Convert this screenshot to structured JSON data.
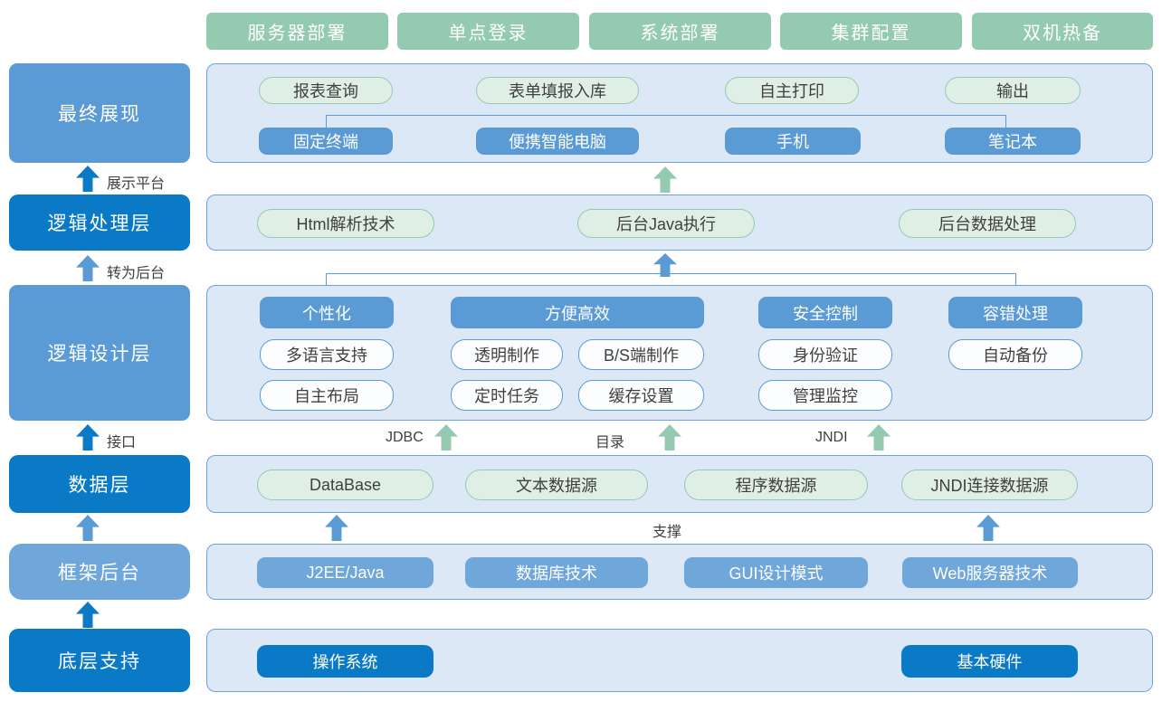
{
  "top_buttons": [
    "服务器部署",
    "单点登录",
    "系统部署",
    "集群配置",
    "双机热备"
  ],
  "left_column": [
    "最终展现",
    "逻辑处理层",
    "逻辑设计层",
    "数据层",
    "框架后台",
    "底层支持"
  ],
  "flow_labels": {
    "display_platform": "展示平台",
    "to_backend": "转为后台",
    "interface": "接口",
    "jdbc": "JDBC",
    "directory": "目录",
    "jndi": "JNDI",
    "support": "支撑"
  },
  "final_display_row": {
    "functions": [
      "报表查询",
      "表单填报入库",
      "自主打印",
      "输出"
    ],
    "devices": [
      "固定终端",
      "便携智能电脑",
      "手机",
      "笔记本"
    ]
  },
  "logic_process_row": [
    "Html解析技术",
    "后台Java执行",
    "后台数据处理"
  ],
  "logic_design_row": {
    "headers": [
      "个性化",
      "方便高效",
      "安全控制",
      "容错处理"
    ],
    "sub_row1": [
      "多语言支持",
      "透明制作",
      "B/S端制作",
      "身份验证",
      "自动备份"
    ],
    "sub_row2": [
      "自主布局",
      "定时任务",
      "缓存设置",
      "管理监控"
    ]
  },
  "data_layer_row": [
    "DataBase",
    "文本数据源",
    "程序数据源",
    "JNDI连接数据源"
  ],
  "framework_row": [
    "J2EE/Java",
    "数据库技术",
    "GUI设计模式",
    "Web服务器技术"
  ],
  "base_row": [
    "操作系统",
    "基本硬件"
  ],
  "colors": {
    "dark_blue": "#0b7ac6",
    "medium_blue": "#5b9bd5",
    "light_blue": "#6fa7db",
    "panel_fill": "#dce8f5",
    "panel_border": "#6ba3d9",
    "green": "#94cab0",
    "green_fill": "#e0efe6",
    "text_dark": "#404040"
  }
}
